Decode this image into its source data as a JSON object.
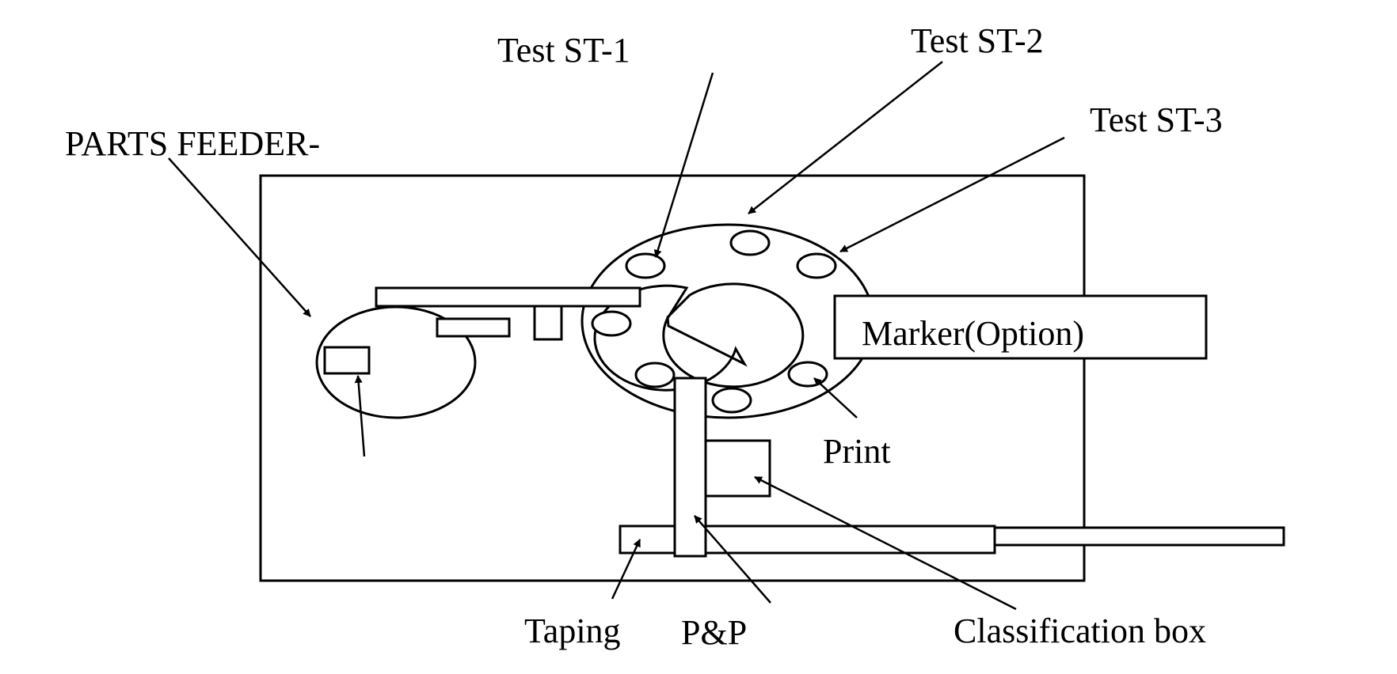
{
  "labels": {
    "parts_feeder": "PARTS FEEDER-",
    "test_st_1": "Test ST-1",
    "test_st_2": "Test ST-2",
    "test_st_3": "Test ST-3",
    "marker": "Marker(Option)",
    "print": "Print",
    "taping": "Taping",
    "pnp": "P&P",
    "classification_box": "Classification box"
  },
  "colors": {
    "stroke": "#000000",
    "background": "#ffffff"
  }
}
